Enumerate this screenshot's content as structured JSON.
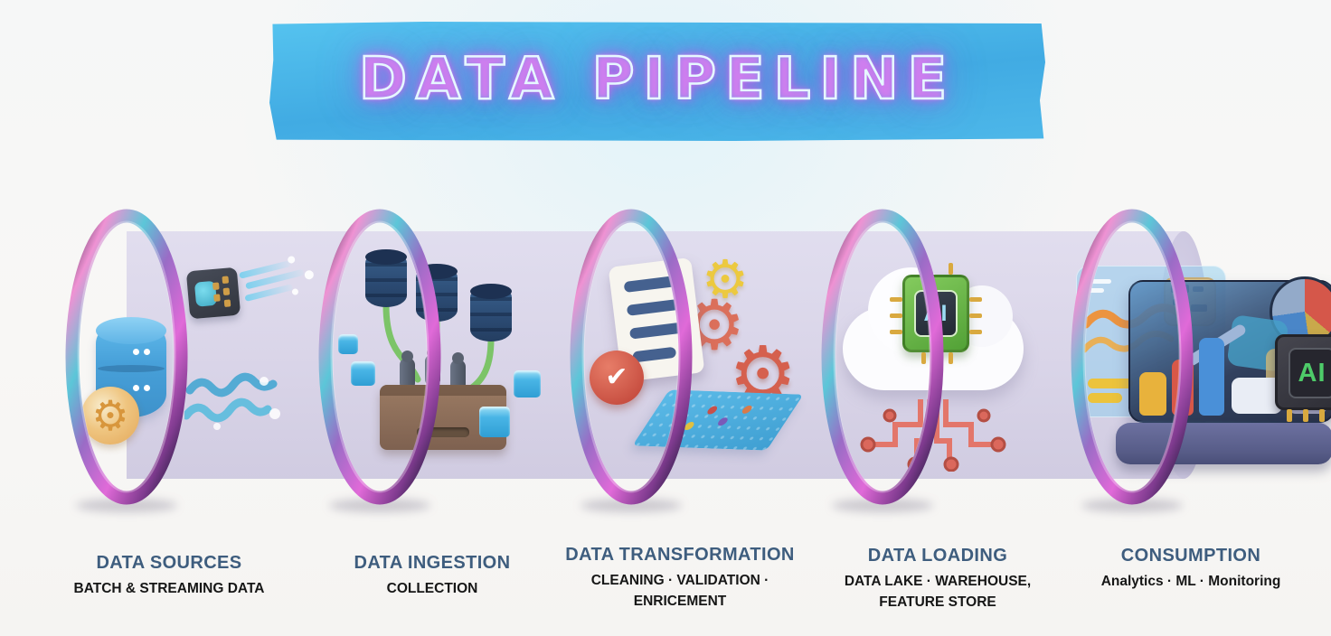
{
  "title": "DATA PIPELINE",
  "banner": {
    "fill": "#46b3e7",
    "glow": "#aee8fa",
    "title_glow": "#c licht"
  },
  "colors": {
    "heading": "#3e5d7e",
    "subtitle": "#161616",
    "tube": "#d8d3e8",
    "ring_colors": [
      "#241c39",
      "#ef92d3",
      "#5cc6d8",
      "#9a6cc6",
      "#e06ad8",
      "#32214a"
    ]
  },
  "glyphs": {
    "gear": "⚙",
    "check": "✔"
  },
  "stages": [
    {
      "label": "DATA SOURCES",
      "sublabel": "BATCH & STREAMING DATA",
      "icons": [
        "database-icon",
        "gear-icon",
        "chip-icon",
        "stream-waves-icon"
      ]
    },
    {
      "label": "DATA INGESTION",
      "sublabel": "COLLECTION",
      "icons": [
        "database-cluster-icon",
        "pipes-icon",
        "crate-icon",
        "data-cubes-icon"
      ]
    },
    {
      "label": "DATA TRANSFORMATION",
      "sublabel": "CLEANING · VALIDATION · ENRICEMENT",
      "icons": [
        "document-icon",
        "check-badge-icon",
        "gears-icon",
        "data-map-icon"
      ]
    },
    {
      "label": "DATA LOADING",
      "sublabel": "DATA LAKE · WAREHOUSE, FEATURE STORE",
      "chip_text": "AI",
      "icons": [
        "ai-cloud-icon",
        "circuit-icon"
      ]
    },
    {
      "label": "CONSUMPTION",
      "sublabel": "Analytics · ML · Monitoring",
      "chip_text": "AI",
      "icons": [
        "holo-screen-icon",
        "dashboard-icon",
        "bar-chart-icon",
        "pie-chart-icon",
        "ai-chip-icon"
      ]
    }
  ]
}
